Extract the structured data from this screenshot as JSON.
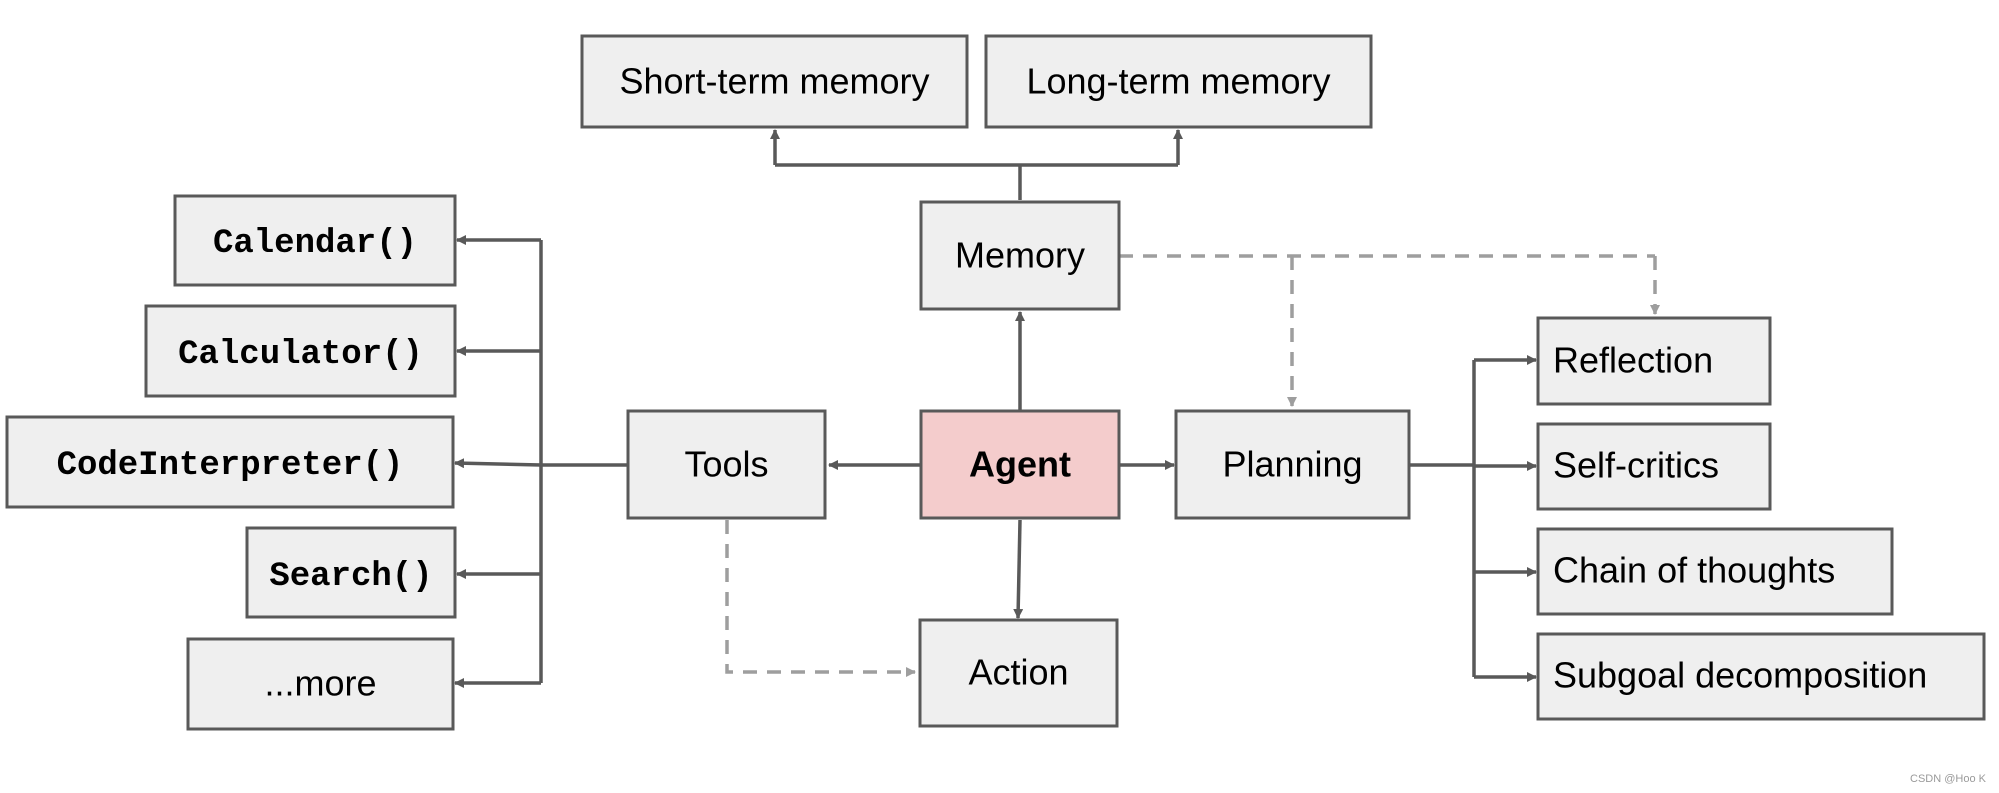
{
  "nodes": {
    "short_term_memory": "Short-term memory",
    "long_term_memory": "Long-term memory",
    "memory": "Memory",
    "agent": "Agent",
    "tools": "Tools",
    "planning": "Planning",
    "action": "Action",
    "calendar": "Calendar()",
    "calculator": "Calculator()",
    "code_interpreter": "CodeInterpreter()",
    "search": "Search()",
    "more": "...more",
    "reflection": "Reflection",
    "self_critics": "Self-critics",
    "chain_of_thoughts": "Chain of thoughts",
    "subgoal_decomposition": "Subgoal decomposition"
  },
  "colors": {
    "box_fill": "#efefef",
    "agent_fill": "#f4cccc",
    "stroke": "#595959",
    "dashed_edge": "#9e9e9e"
  },
  "watermark": "CSDN @Hoo K"
}
